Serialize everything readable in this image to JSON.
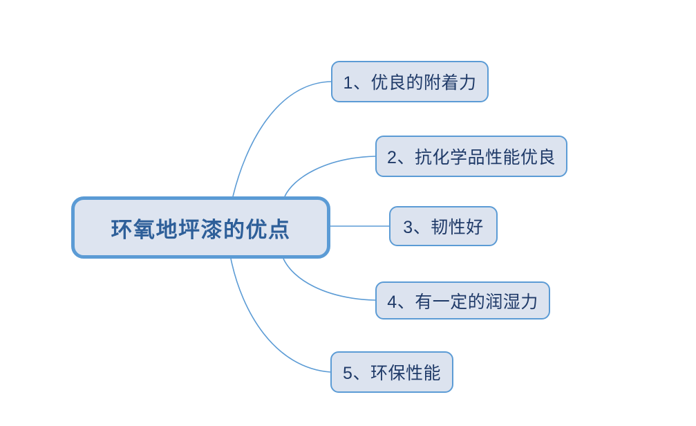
{
  "diagram": {
    "type": "mind-map",
    "background_color": "#ffffff",
    "root": {
      "label": "环氧地坪漆的优点",
      "fill_color": "#dde4f0",
      "border_color": "#5b9bd5",
      "text_color": "#2e5f99"
    },
    "branch_style": {
      "fill_color": "#dce3ef",
      "border_color": "#5b9bd5",
      "text_color": "#1f3a68",
      "line_color": "#5b9bd5"
    },
    "branches": [
      {
        "index": "1",
        "label": "1、优良的附着力"
      },
      {
        "index": "2",
        "label": "2、抗化学品性能优良"
      },
      {
        "index": "3",
        "label": "3、韧性好"
      },
      {
        "index": "4",
        "label": "4、有一定的润湿力"
      },
      {
        "index": "5",
        "label": "5、环保性能"
      }
    ]
  }
}
